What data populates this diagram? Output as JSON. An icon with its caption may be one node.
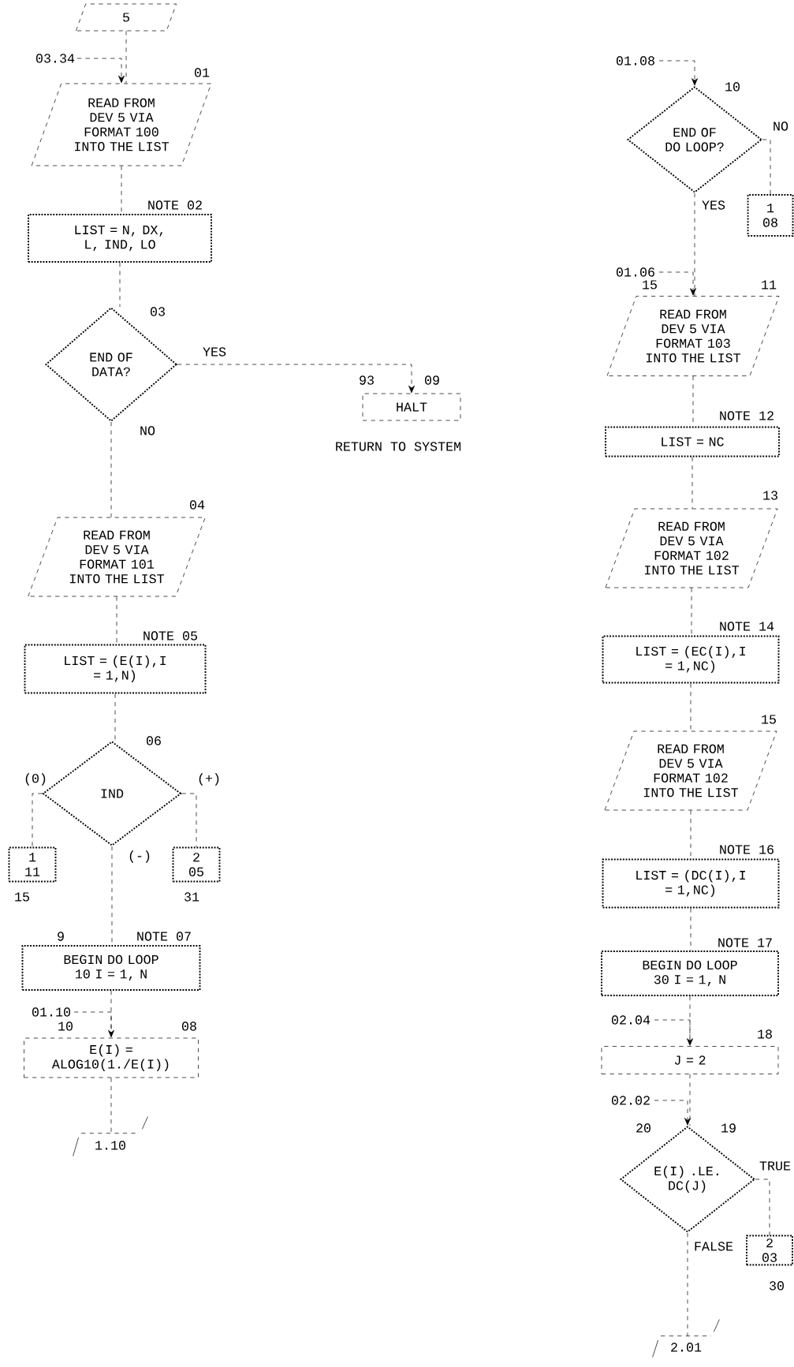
{
  "diagram": {
    "nodes": [
      {
        "text": [
          "5"
        ]
      },
      {
        "text": [
          "READ FROM DEV 5 VIA FORMAT 100 INTO THE LIST"
        ],
        "beside": [
          "01"
        ]
      },
      {
        "text": [
          "LIST = N, DX, L, IND, LO"
        ],
        "beside": [
          "NOTE 02"
        ]
      },
      {
        "text": [
          "END OF DATA?"
        ],
        "beside": [
          "03"
        ]
      },
      {
        "text": [
          "HALT"
        ],
        "beside": [
          "93",
          "09",
          "RETURN TO SYSTEM"
        ]
      },
      {
        "text": [
          "READ FROM DEV 5 VIA FORMAT 101 INTO THE LIST"
        ],
        "beside": [
          "04"
        ]
      },
      {
        "text": [
          "LIST = (E(I),I = 1,N)"
        ],
        "beside": [
          "NOTE 05"
        ]
      },
      {
        "text": [
          "IND"
        ],
        "beside": [
          "06"
        ]
      },
      {
        "text": [
          "1",
          "11"
        ],
        "beside": [
          "15"
        ]
      },
      {
        "text": [
          "2",
          "05"
        ],
        "beside": [
          "31"
        ]
      },
      {
        "text": [
          "BEGIN DO LOOP 10 I = 1, N"
        ],
        "beside": [
          "9",
          "NOTE 07"
        ]
      },
      {
        "text": [
          "E(I) = ALOG10(1./E(I))"
        ],
        "beside": [
          "10",
          "08"
        ]
      },
      {
        "text": [
          "1.10"
        ]
      },
      {
        "text": [
          "END OF DO LOOP?"
        ],
        "beside": [
          "10"
        ]
      },
      {
        "text": [
          "1",
          "08"
        ]
      },
      {
        "text": [
          "READ FROM DEV 5 VIA FORMAT 103 INTO THE LIST"
        ],
        "beside": [
          "15",
          "11"
        ]
      },
      {
        "text": [
          "LIST = NC"
        ],
        "beside": [
          "NOTE 12"
        ]
      },
      {
        "text": [
          "READ FROM DEV 5 VIA FORMAT 102 INTO THE LIST"
        ],
        "beside": [
          "13"
        ]
      },
      {
        "text": [
          "LIST = (EC(I),I = 1,NC)"
        ],
        "beside": [
          "NOTE 14"
        ]
      },
      {
        "text": [
          "READ FROM DEV 5 VIA FORMAT 102 INTO THE LIST"
        ],
        "beside": [
          "15"
        ]
      },
      {
        "text": [
          "LIST = (DC(I),I = 1,NC)"
        ],
        "beside": [
          "NOTE 16"
        ]
      },
      {
        "text": [
          "BEGIN DO LOOP 30 I = 1, N"
        ],
        "beside": [
          "NOTE 17"
        ]
      },
      {
        "text": [
          "J = 2"
        ],
        "beside": [
          "18"
        ]
      },
      {
        "text": [
          "E(I) .LE. DC(J)"
        ],
        "beside": [
          "20",
          "19"
        ]
      },
      {
        "text": [
          "2",
          "03"
        ],
        "beside": [
          "30"
        ]
      },
      {
        "text": [
          "2.01"
        ]
      }
    ],
    "edges": [
      {
        "from": 0,
        "to": 1,
        "arrow": "none"
      },
      {
        "from": null,
        "to": 1,
        "arrow": "to",
        "label": "03.34"
      },
      {
        "from": 1,
        "to": 2,
        "arrow": "none"
      },
      {
        "from": 2,
        "to": 3,
        "arrow": "none"
      },
      {
        "from": 3,
        "to": 4,
        "arrow": "to",
        "label": "YES"
      },
      {
        "from": 3,
        "to": 5,
        "arrow": "none",
        "label": "NO"
      },
      {
        "from": 5,
        "to": 6,
        "arrow": "none"
      },
      {
        "from": 6,
        "to": 7,
        "arrow": "none"
      },
      {
        "from": 7,
        "to": 8,
        "arrow": "none",
        "label": "(0)"
      },
      {
        "from": 7,
        "to": 9,
        "arrow": "none",
        "label": "(+)"
      },
      {
        "from": 7,
        "to": 10,
        "arrow": "none",
        "label": "(-)"
      },
      {
        "from": 10,
        "to": 11,
        "arrow": "none"
      },
      {
        "from": null,
        "to": 11,
        "arrow": "to",
        "label": "01.10"
      },
      {
        "from": 11,
        "to": 12,
        "arrow": "none"
      },
      {
        "from": null,
        "to": 13,
        "arrow": "to",
        "label": "01.08"
      },
      {
        "from": 13,
        "to": 14,
        "arrow": "none",
        "label": "NO"
      },
      {
        "from": 13,
        "to": 15,
        "arrow": "none",
        "label": "YES"
      },
      {
        "from": null,
        "to": 15,
        "arrow": "to",
        "label": "01.06"
      },
      {
        "from": 15,
        "to": 16,
        "arrow": "none"
      },
      {
        "from": 16,
        "to": 17,
        "arrow": "none"
      },
      {
        "from": 17,
        "to": 18,
        "arrow": "none"
      },
      {
        "from": 18,
        "to": 19,
        "arrow": "none"
      },
      {
        "from": 19,
        "to": 20,
        "arrow": "none"
      },
      {
        "from": 20,
        "to": 21,
        "arrow": "none"
      },
      {
        "from": 21,
        "to": 22,
        "arrow": "none"
      },
      {
        "from": null,
        "to": 22,
        "arrow": "to",
        "label": "02.04"
      },
      {
        "from": 22,
        "to": 23,
        "arrow": "none"
      },
      {
        "from": null,
        "to": 23,
        "arrow": "to",
        "label": "02.02"
      },
      {
        "from": 23,
        "to": 24,
        "arrow": "none",
        "label": "TRUE"
      },
      {
        "from": 23,
        "to": 25,
        "arrow": "none",
        "label": "FALSE"
      }
    ]
  }
}
